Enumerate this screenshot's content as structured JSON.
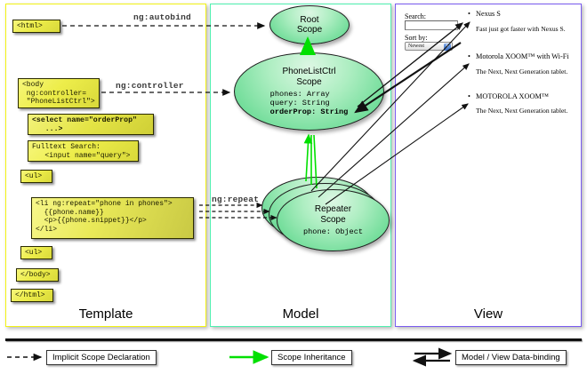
{
  "panels": [
    {
      "key": "template",
      "label": "Template",
      "color": "#f2f215"
    },
    {
      "key": "model",
      "label": "Model",
      "color": "#4ff0b0"
    },
    {
      "key": "view",
      "label": "View",
      "color": "#7a5cf0"
    }
  ],
  "template": {
    "boxes": [
      {
        "name": "html-open-box",
        "text": "<html>"
      },
      {
        "name": "body-box",
        "text": "<body\n ng:controller=\n \"PhoneListCtrl\">"
      },
      {
        "name": "select-box",
        "text": "<select name=\"orderProp\"\n   ...>"
      },
      {
        "name": "input-box",
        "text": "Fulltext Search:\n   <input name=\"query\">"
      },
      {
        "name": "ul-open-box",
        "text": "<ul>"
      },
      {
        "name": "li-repeat-box",
        "text": "<li ng:repeat=\"phone in phones\">\n  {{phone.name}}\n  <p>{{phone.snippet}}</p>\n</li>"
      },
      {
        "name": "ul-close-box",
        "text": "<ul>"
      },
      {
        "name": "body-close-box",
        "text": "</body>"
      },
      {
        "name": "html-close-box",
        "text": "</html>"
      }
    ]
  },
  "wire_labels": [
    {
      "name": "ng-autobind-label",
      "text": "ng:autobind"
    },
    {
      "name": "ng-controller-label",
      "text": "ng:controller"
    },
    {
      "name": "ng-repeat-label",
      "text": "ng:repeat"
    }
  ],
  "model": {
    "scopes": [
      {
        "name": "root-scope",
        "title": "Root\nScope",
        "props": ""
      },
      {
        "name": "phonelistctrl-scope",
        "title": "PhoneListCtrl\nScope",
        "props_plain": "phones: Array\nquery: String",
        "props_bold": "orderProp: String"
      },
      {
        "name": "repeater-scope",
        "title": "Repeater\nScope",
        "props": "phone: Object"
      }
    ]
  },
  "view": {
    "search_label": "Search:",
    "search_value": "",
    "sort_label": "Sort by:",
    "sort_selected": "Newest",
    "phones": [
      {
        "name": "Nexus S",
        "snippet": "Fast just got faster with Nexus S."
      },
      {
        "name": "Motorola XOOM™ with Wi-Fi",
        "snippet": "The Next, Next Generation tablet."
      },
      {
        "name": "MOTOROLA XOOM™",
        "snippet": "The Next, Next Generation tablet."
      }
    ]
  },
  "legend": [
    {
      "name": "legend-implicit-scope",
      "text": "Implicit Scope Declaration",
      "style": "dashed",
      "color": "#111111"
    },
    {
      "name": "legend-scope-inheritance",
      "text": "Scope Inheritance",
      "style": "solid",
      "color": "#00e000"
    },
    {
      "name": "legend-data-binding",
      "text": "Model / View Data-binding",
      "style": "double",
      "color": "#111111"
    }
  ]
}
